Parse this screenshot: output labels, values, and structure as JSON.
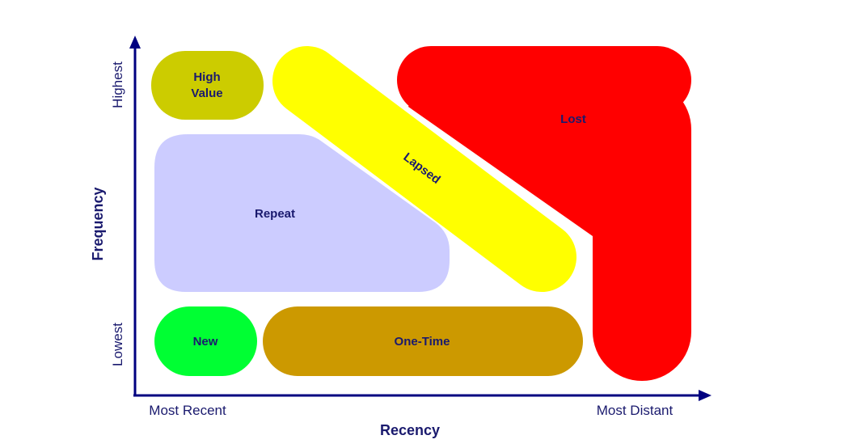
{
  "segments": {
    "high_value": {
      "line1": "High",
      "line2": "Value",
      "color": "#cccc00"
    },
    "repeat": {
      "label": "Repeat",
      "color": "#ccccff"
    },
    "lapsed": {
      "label": "Lapsed",
      "color": "#ffff00"
    },
    "lost": {
      "label": "Lost",
      "color": "#ff0000"
    },
    "new": {
      "label": "New",
      "color": "#00ff33"
    },
    "one_time": {
      "label": "One-Time",
      "color": "#cc9900"
    }
  },
  "axes": {
    "x_title": "Recency",
    "x_min_label": "Most Recent",
    "x_max_label": "Most Distant",
    "y_title": "Frequency",
    "y_min_label": "Lowest",
    "y_max_label": "Highest",
    "axis_color": "#000080",
    "text_color": "#1a1a6e"
  }
}
